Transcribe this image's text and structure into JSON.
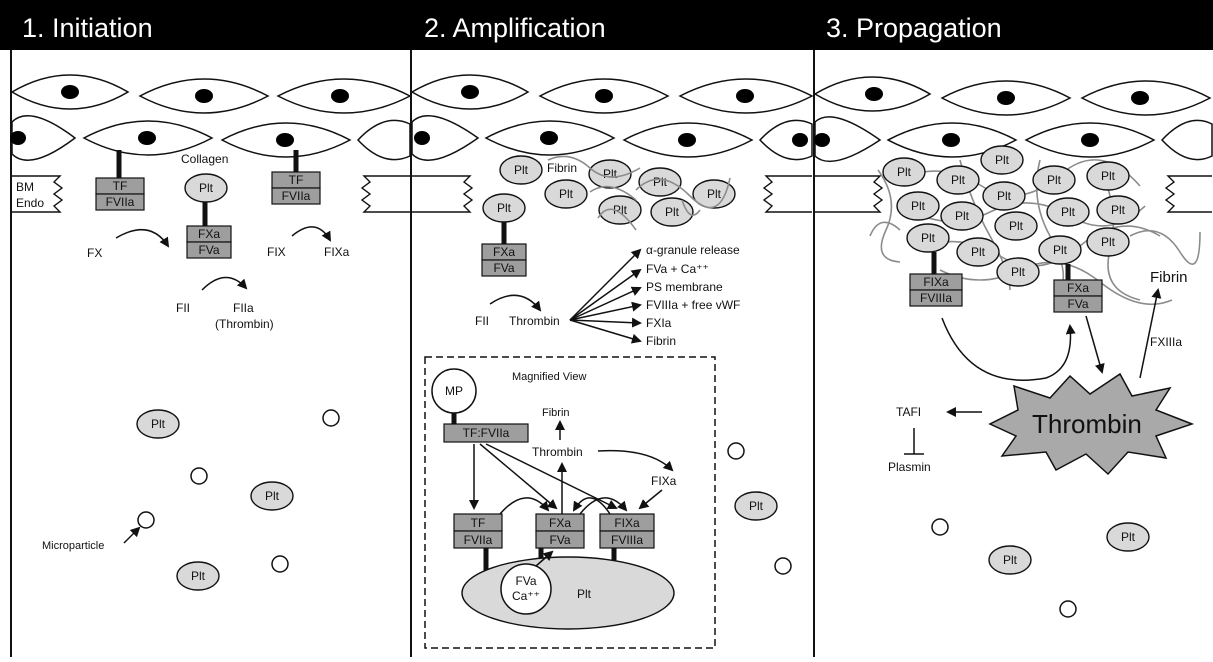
{
  "headers": {
    "initiation": "1.  Initiation",
    "amplification": "2.  Amplification",
    "propagation": "3.  Propagation"
  },
  "initiation": {
    "bm": "BM",
    "endo": "Endo",
    "collagen": "Collagen",
    "tf_complex": {
      "top": "TF",
      "bottom": "FVIIa"
    },
    "tf_complex2": {
      "top": "TF",
      "bottom": "FVIIa"
    },
    "prothrombinase": {
      "top": "FXa",
      "bottom": "FVa"
    },
    "plt": "Plt",
    "fx": "FX",
    "fix": "FIX",
    "fixa": "FIXa",
    "fii": "FII",
    "fiia": "FIIa",
    "thrombin_paren": "(Thrombin)",
    "microparticle": "Microparticle",
    "plt_free": "Plt"
  },
  "amplification": {
    "fibrin_label": "Fibrin",
    "plt": "Plt",
    "complex": {
      "top": "FXa",
      "bottom": "FVa"
    },
    "fii": "FII",
    "thrombin": "Thrombin",
    "effects": [
      "α-granule release",
      "FVa + Ca⁺⁺",
      "PS membrane",
      "FVIIIa + free vWF",
      "FXIa",
      "Fibrin"
    ],
    "magnified": {
      "title": "Magnified View",
      "mp": "MP",
      "tf_fviia": "TF:FVIIa",
      "fibrin": "Fibrin",
      "thrombin": "Thrombin",
      "fixa": "FIXa",
      "tf_box": {
        "top": "TF",
        "bottom": "FVIIa"
      },
      "fxa_box": {
        "top": "FXa",
        "bottom": "FVa"
      },
      "fixa_box": {
        "top": "FIXa",
        "bottom": "FVIIIa"
      },
      "fva": "FVa",
      "ca": "Ca⁺⁺",
      "plt": "Plt"
    }
  },
  "propagation": {
    "plt": "Plt",
    "tenase": {
      "top": "FIXa",
      "bottom": "FVIIIa"
    },
    "prothrombinase": {
      "top": "FXa",
      "bottom": "FVa"
    },
    "fibrin": "Fibrin",
    "fxiiia": "FXIIIa",
    "thrombin": "Thrombin",
    "tafi": "TAFI",
    "plasmin": "Plasmin"
  }
}
